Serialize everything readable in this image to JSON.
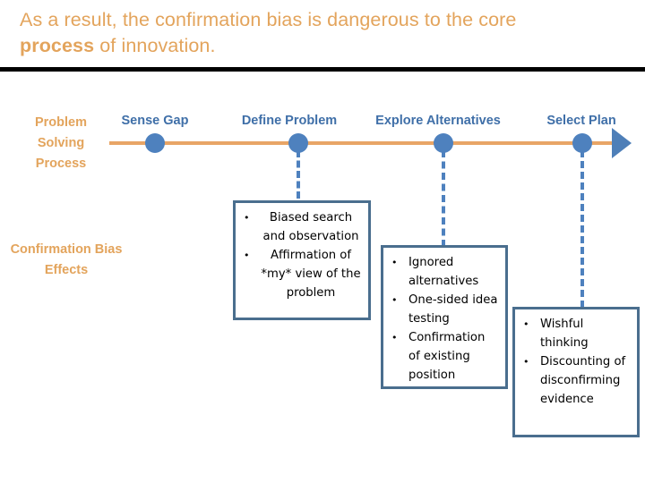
{
  "slide": {
    "title": {
      "line1": "As a result, the confirmation bias is dangerous to the core",
      "bold_word": "process",
      "line2_rest": " of innovation."
    },
    "title_color": "#E3A45C",
    "rule_color": "#000000"
  },
  "rows": {
    "process_label": "Problem Solving Process",
    "effects_label": "Confirmation Bias Effects"
  },
  "timeline": {
    "line_color": "#E8A566",
    "dot_color": "#4E81BE",
    "arrow_color": "#4E7FB8",
    "milestones": [
      {
        "label": "Sense Gap"
      },
      {
        "label": "Define Problem"
      },
      {
        "label": "Explore Alternatives"
      },
      {
        "label": "Select Plan"
      }
    ]
  },
  "effect_boxes": [
    {
      "id": "define-problem-effects",
      "border_color": "#4A6E8E",
      "items": [
        "Biased search and observation",
        "Affirmation of *my* view of the problem"
      ]
    },
    {
      "id": "explore-alternatives-effects",
      "border_color": "#4A6E8E",
      "items": [
        "Ignored alternatives",
        "One-sided idea testing",
        "Confirmation of existing position"
      ]
    },
    {
      "id": "select-plan-effects",
      "border_color": "#4A6E8E",
      "items": [
        "Wishful thinking",
        "Discounting of disconfirming evidence"
      ]
    }
  ]
}
